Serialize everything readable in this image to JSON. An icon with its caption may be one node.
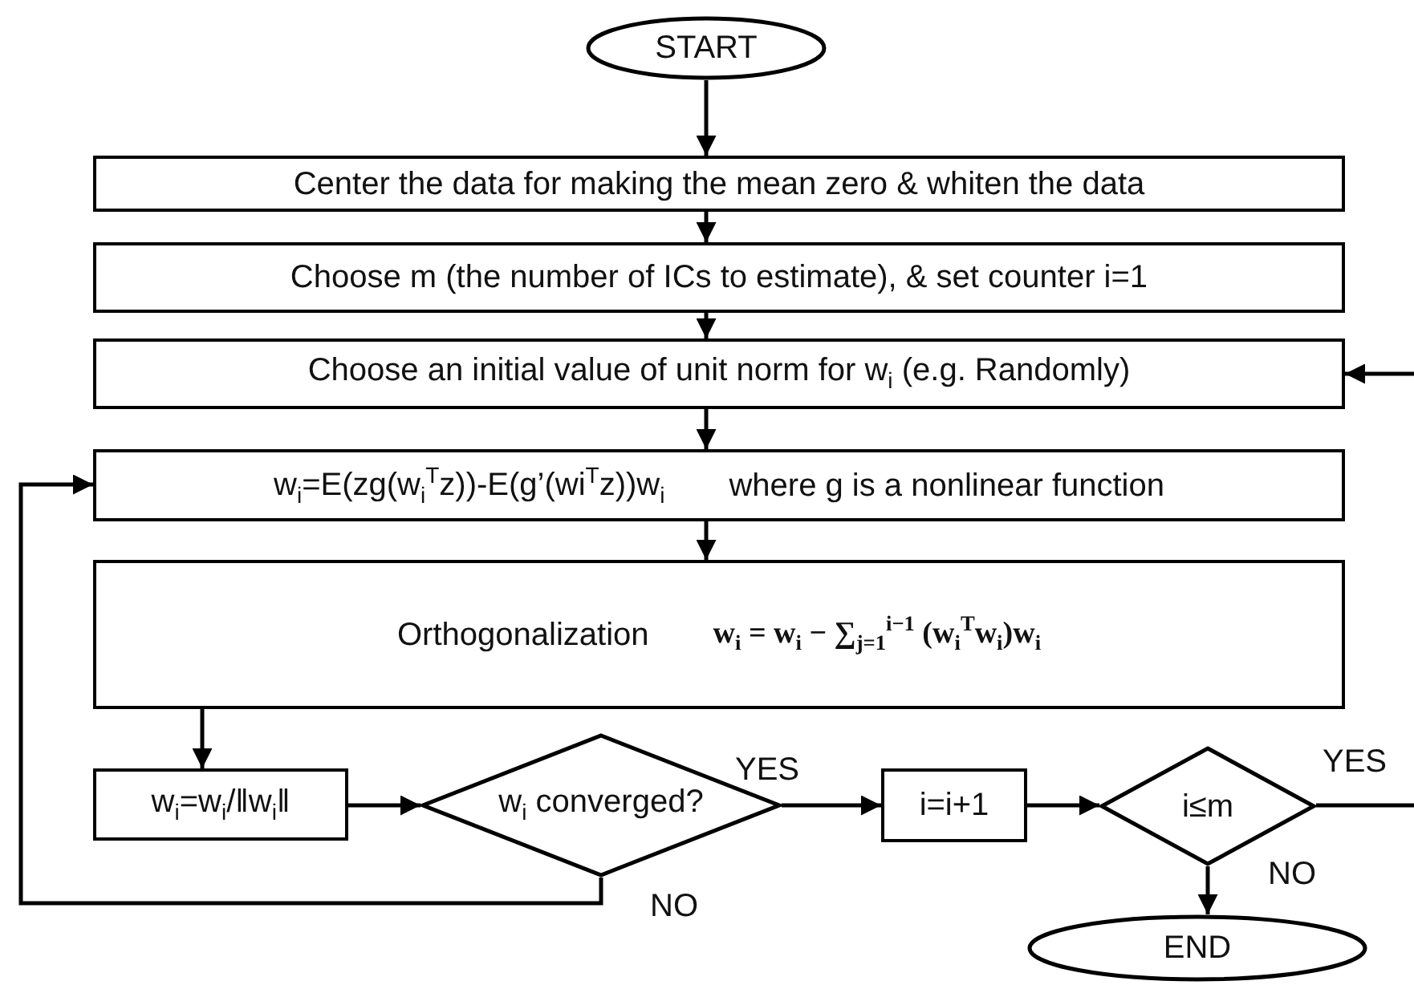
{
  "diagram": {
    "nodes": [
      {
        "text": [
          "START"
        ]
      },
      {
        "text": [
          "Center the data for making the mean zero & whiten the data"
        ]
      },
      {
        "text": [
          "Choose m (the number of ICs to estimate), & set counter i=1"
        ]
      },
      {
        "text": [
          "Choose an initial value of unit norm for w$_{i}$ (e.g. Randomly)"
        ]
      },
      {
        "text": [
          "w$_{i}$=E(zg(w$_{i}$$^{T}$z))-E(g’(wi$^{T}$z))w$_{i}$",
          "where g is a nonlinear function"
        ]
      },
      {
        "text": [
          "Orthogonalization",
          "w$_{i}$ = w$_{i}$ − ∑$_{j=1}$$^{i−1}$ (w$_{i}$$^{T}$w$_{i}$)w$_{i}$"
        ]
      },
      {
        "text": [
          "w$_{i}$=w$_{i}$/‖w$_{i}$‖"
        ]
      },
      {
        "text": [
          "w$_{i}$ converged?"
        ]
      },
      {
        "text": [
          "i=i+1"
        ]
      },
      {
        "text": [
          "i≤m"
        ]
      },
      {
        "text": [
          "END"
        ]
      }
    ],
    "edges": [
      {
        "from": 0,
        "to": 1,
        "arrow": "to"
      },
      {
        "from": 1,
        "to": 2,
        "arrow": "to"
      },
      {
        "from": 2,
        "to": 3,
        "arrow": "to"
      },
      {
        "from": 3,
        "to": 4,
        "arrow": "to"
      },
      {
        "from": 4,
        "to": 5,
        "arrow": "to"
      },
      {
        "from": 5,
        "to": 6,
        "arrow": "to"
      },
      {
        "from": 6,
        "to": 7,
        "arrow": "to"
      },
      {
        "from": 7,
        "to": 8,
        "arrow": "to",
        "label": "YES"
      },
      {
        "from": 8,
        "to": 9,
        "arrow": "to"
      },
      {
        "from": 9,
        "to": 10,
        "arrow": "to",
        "label": "NO"
      },
      {
        "from": 7,
        "to": 4,
        "arrow": "to",
        "label": "NO"
      },
      {
        "from": 9,
        "to": null,
        "arrow": "none",
        "label": "YES"
      },
      {
        "from": null,
        "to": 3,
        "arrow": "to"
      }
    ]
  }
}
